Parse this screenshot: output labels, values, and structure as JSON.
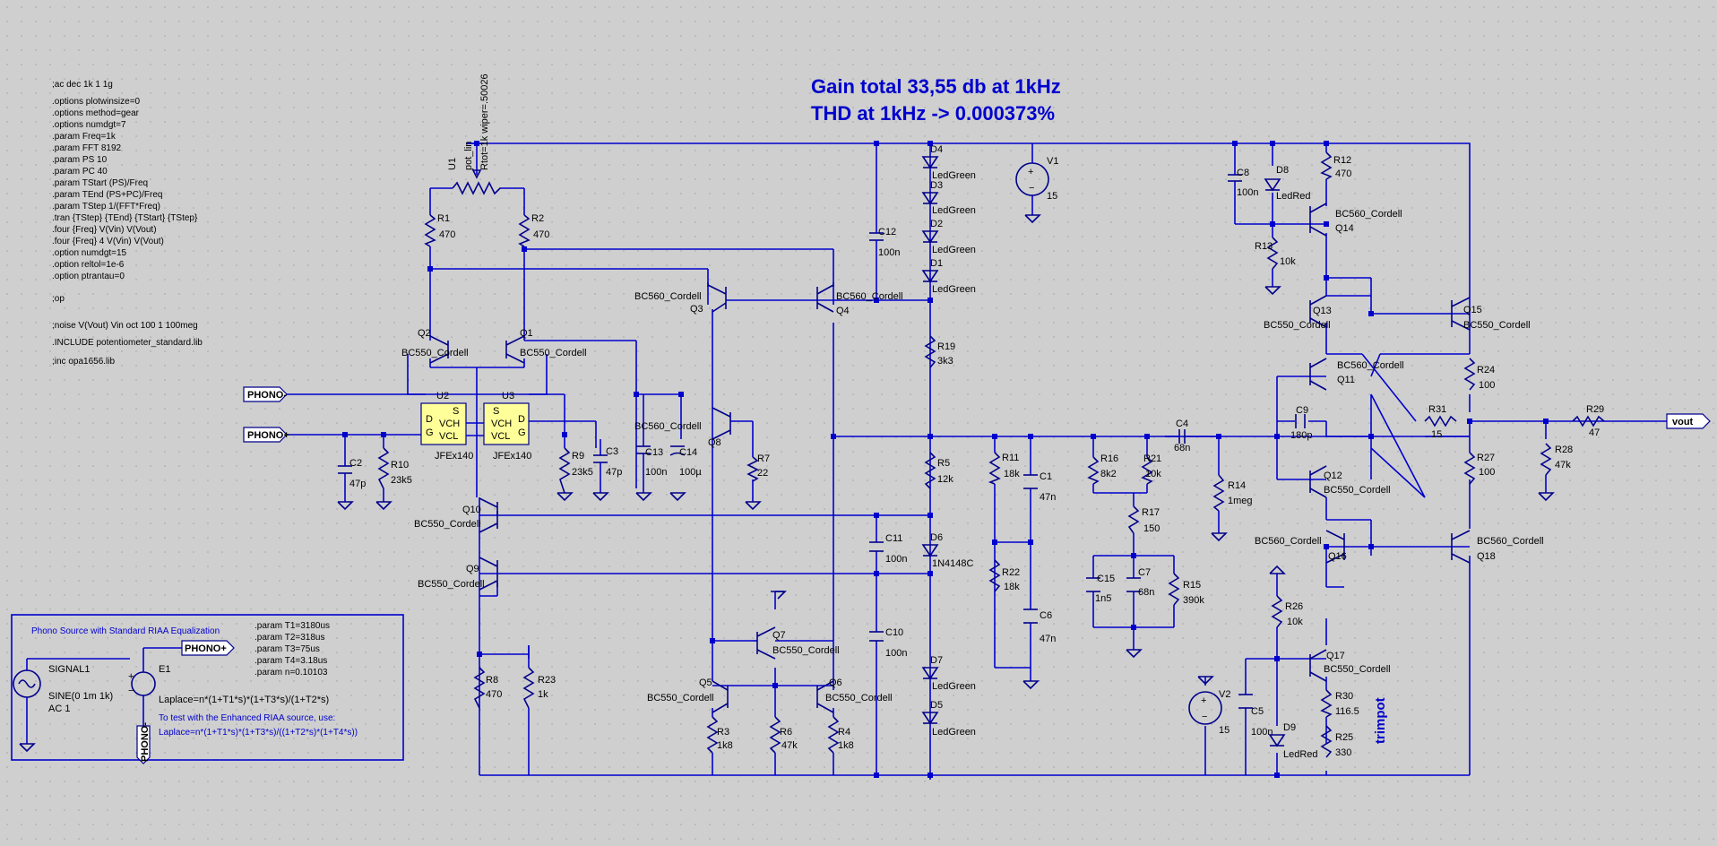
{
  "title": {
    "gain": "Gain total 33,55 db at 1kHz",
    "thd": "THD at 1kHz -> 0.000373%"
  },
  "directives": [
    ";ac dec 1k 1 1g",
    ".options plotwinsize=0",
    ".options method=gear",
    ".options numdgt=7",
    ".param Freq=1k",
    ".param FFT 8192",
    ".param PS 10",
    ".param PC 40",
    ".param TStart (PS)/Freq",
    ".param TEnd (PS+PC)/Freq",
    ".param TStep 1/(FFT*Freq)",
    ".tran {TStep} {TEnd} {TStart} {TStep}",
    ".four {Freq} V(Vin) V(Vout)",
    ".four {Freq} 4 V(Vin) V(Vout)",
    ".option numdgt=15",
    ".option reltol=1e-6",
    ".option ptrantau=0",
    ";op",
    ";noise V(Vout) Vin oct 100 1 100meg",
    ".INCLUDE potentiometer_standard.lib",
    ";inc opa1656.lib"
  ],
  "pot": {
    "name": "U1",
    "model": "pot_lin",
    "params": "Rtot=1k wiper=.50026"
  },
  "ports": {
    "phono_minus": "PHONO-",
    "phono_plus": "PHONO+",
    "vout": "vout"
  },
  "jfets": [
    {
      "name": "U2",
      "model": "JFEx140",
      "pins": [
        "D",
        "G",
        "S",
        "VCH",
        "VCL"
      ]
    },
    {
      "name": "U3",
      "model": "JFEx140",
      "pins": [
        "S",
        "VCH",
        "VCL",
        "D",
        "G"
      ]
    }
  ],
  "transistors": [
    {
      "name": "Q1",
      "model": "BC550_Cordell"
    },
    {
      "name": "Q2",
      "model": "BC550_Cordell"
    },
    {
      "name": "Q3",
      "model": "BC560_Cordell"
    },
    {
      "name": "Q4",
      "model": "BC560_Cordell"
    },
    {
      "name": "Q5",
      "model": "BC550_Cordell"
    },
    {
      "name": "Q6",
      "model": "BC550_Cordell"
    },
    {
      "name": "Q7",
      "model": "BC550_Cordell"
    },
    {
      "name": "Q8",
      "model": "BC560_Cordell"
    },
    {
      "name": "Q9",
      "model": "BC550_Cordell"
    },
    {
      "name": "Q10",
      "model": "BC550_Cordell"
    },
    {
      "name": "Q11",
      "model": "BC560_Cordell"
    },
    {
      "name": "Q12",
      "model": "BC550_Cordell"
    },
    {
      "name": "Q13",
      "model": "BC550_Cordell"
    },
    {
      "name": "Q14",
      "model": "BC560_Cordell"
    },
    {
      "name": "Q15",
      "model": "BC550_Cordell"
    },
    {
      "name": "Q16",
      "model": "BC560_Cordell"
    },
    {
      "name": "Q17",
      "model": "BC550_Cordell"
    },
    {
      "name": "Q18",
      "model": "BC560_Cordell"
    }
  ],
  "resistors": [
    {
      "name": "R1",
      "value": "470"
    },
    {
      "name": "R2",
      "value": "470"
    },
    {
      "name": "R3",
      "value": "1k8"
    },
    {
      "name": "R4",
      "value": "1k8"
    },
    {
      "name": "R5",
      "value": "12k"
    },
    {
      "name": "R6",
      "value": "47k"
    },
    {
      "name": "R7",
      "value": "22"
    },
    {
      "name": "R8",
      "value": "470"
    },
    {
      "name": "R9",
      "value": "23k5"
    },
    {
      "name": "R10",
      "value": "23k5"
    },
    {
      "name": "R11",
      "value": "18k"
    },
    {
      "name": "R12",
      "value": "470"
    },
    {
      "name": "R13",
      "value": "10k"
    },
    {
      "name": "R14",
      "value": "1meg"
    },
    {
      "name": "R15",
      "value": "390k"
    },
    {
      "name": "R16",
      "value": "8k2"
    },
    {
      "name": "R17",
      "value": "150"
    },
    {
      "name": "R19",
      "value": "3k3"
    },
    {
      "name": "R21",
      "value": "10k"
    },
    {
      "name": "R22",
      "value": "18k"
    },
    {
      "name": "R23",
      "value": "1k"
    },
    {
      "name": "R24",
      "value": "100"
    },
    {
      "name": "R25",
      "value": "330"
    },
    {
      "name": "R26",
      "value": "10k"
    },
    {
      "name": "R27",
      "value": "100"
    },
    {
      "name": "R28",
      "value": "47k"
    },
    {
      "name": "R29",
      "value": "47"
    },
    {
      "name": "R30",
      "value": "116.5"
    },
    {
      "name": "R31",
      "value": "15"
    }
  ],
  "capacitors": [
    {
      "name": "C1",
      "value": "47n"
    },
    {
      "name": "C2",
      "value": "47p"
    },
    {
      "name": "C3",
      "value": "47p"
    },
    {
      "name": "C4",
      "value": "68n"
    },
    {
      "name": "C5",
      "value": "100n"
    },
    {
      "name": "C6",
      "value": "47n"
    },
    {
      "name": "C7",
      "value": "68n"
    },
    {
      "name": "C8",
      "value": "100n"
    },
    {
      "name": "C9",
      "value": "180p"
    },
    {
      "name": "C10",
      "value": "100n"
    },
    {
      "name": "C11",
      "value": "100n"
    },
    {
      "name": "C12",
      "value": "100n"
    },
    {
      "name": "C13",
      "value": "100n"
    },
    {
      "name": "C14",
      "value": "100µ"
    },
    {
      "name": "C15",
      "value": "1n5"
    }
  ],
  "diodes": [
    {
      "name": "D1",
      "value": "LedGreen"
    },
    {
      "name": "D2",
      "value": "LedGreen"
    },
    {
      "name": "D3",
      "value": "LedGreen"
    },
    {
      "name": "D4",
      "value": "LedGreen"
    },
    {
      "name": "D5",
      "value": "LedGreen"
    },
    {
      "name": "D6",
      "value": "1N4148C"
    },
    {
      "name": "D7",
      "value": "LedGreen"
    },
    {
      "name": "D8",
      "value": "LedRed"
    },
    {
      "name": "D9",
      "value": "LedRed"
    }
  ],
  "sources": [
    {
      "name": "V1",
      "value": "15"
    },
    {
      "name": "V2",
      "value": "15"
    }
  ],
  "trimpot_label": "trimpot",
  "phono_source": {
    "title": "Phono Source with Standard RIAA Equalization",
    "signal_name": "SIGNAL1",
    "signal_value": "SINE(0 1m 1k)",
    "signal_ac": "AC 1",
    "e_name": "E1",
    "port_plus": "PHONO+",
    "port_minus": "PHONO-",
    "params": [
      ".param T1=3180us",
      ".param T2=318us",
      ".param T3=75us",
      ".param T4=3.18us",
      ".param n=0.10103"
    ],
    "laplace": "Laplace=n*(1+T1*s)*(1+T3*s)/(1+T2*s)",
    "note": "To test with the Enhanced RIAA source, use:",
    "laplace_enhanced": "Laplace=n*(1+T1*s)*(1+T3*s)/((1+T2*s)*(1+T4*s))"
  },
  "colors": {
    "background": "#cfcfcf",
    "wire": "#0000cd",
    "component": "#00008b",
    "jfet_fill": "#ffff99"
  }
}
